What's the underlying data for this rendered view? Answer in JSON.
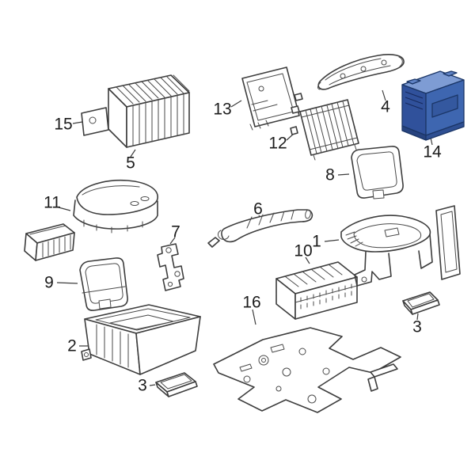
{
  "diagram": {
    "background": "#ffffff",
    "line_color": "#3d3d3d",
    "highlighted_part": "14",
    "highlight": {
      "outline": "#1b3667",
      "top": "#7e9cd4",
      "left": "#30519b",
      "front": "#3e66b0",
      "inset": "#34589f",
      "base_left": "#27437f",
      "base_front": "#2e4f92",
      "tab": "#5f82c4"
    },
    "callouts": {
      "n1": "1",
      "n2": "2",
      "n3a": "3",
      "n3b": "3",
      "n4": "4",
      "n5": "5",
      "n6": "6",
      "n7": "7",
      "n8": "8",
      "n9": "9",
      "n10": "10",
      "n11": "11",
      "n12": "12",
      "n13": "13",
      "n14": "14",
      "n15": "15",
      "n16": "16"
    }
  }
}
